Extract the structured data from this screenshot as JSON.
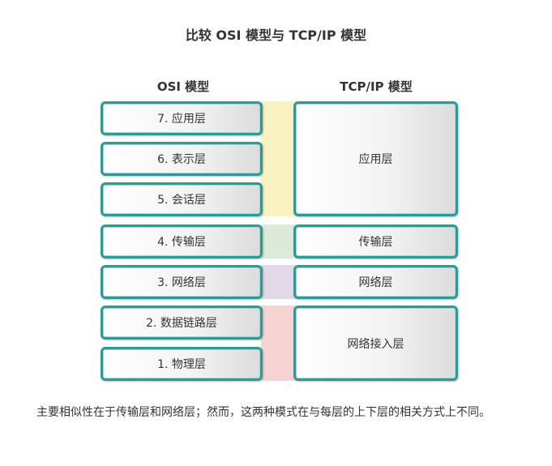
{
  "title": "比较 OSI 模型与 TCP/IP 模型",
  "osi": {
    "heading": "OSI 模型",
    "layers": [
      "7. 应用层",
      "6. 表示层",
      "5. 会话层",
      "4. 传输层",
      "3. 网络层",
      "2. 数据链路层",
      "1. 物理层"
    ]
  },
  "tcpip": {
    "heading": "TCP/IP 模型",
    "layers": [
      "应用层",
      "传输层",
      "网络层",
      "网络接入层"
    ]
  },
  "band_colors": {
    "application": "#fbf2c2",
    "transport": "#dcebd9",
    "network": "#e3d8e8",
    "access": "#f8d3d3"
  },
  "border_color": "#2f9a93",
  "note": "主要相似性在于传输层和网络层；然而，这两种模式在与每层的上下层的相关方式上不同。"
}
